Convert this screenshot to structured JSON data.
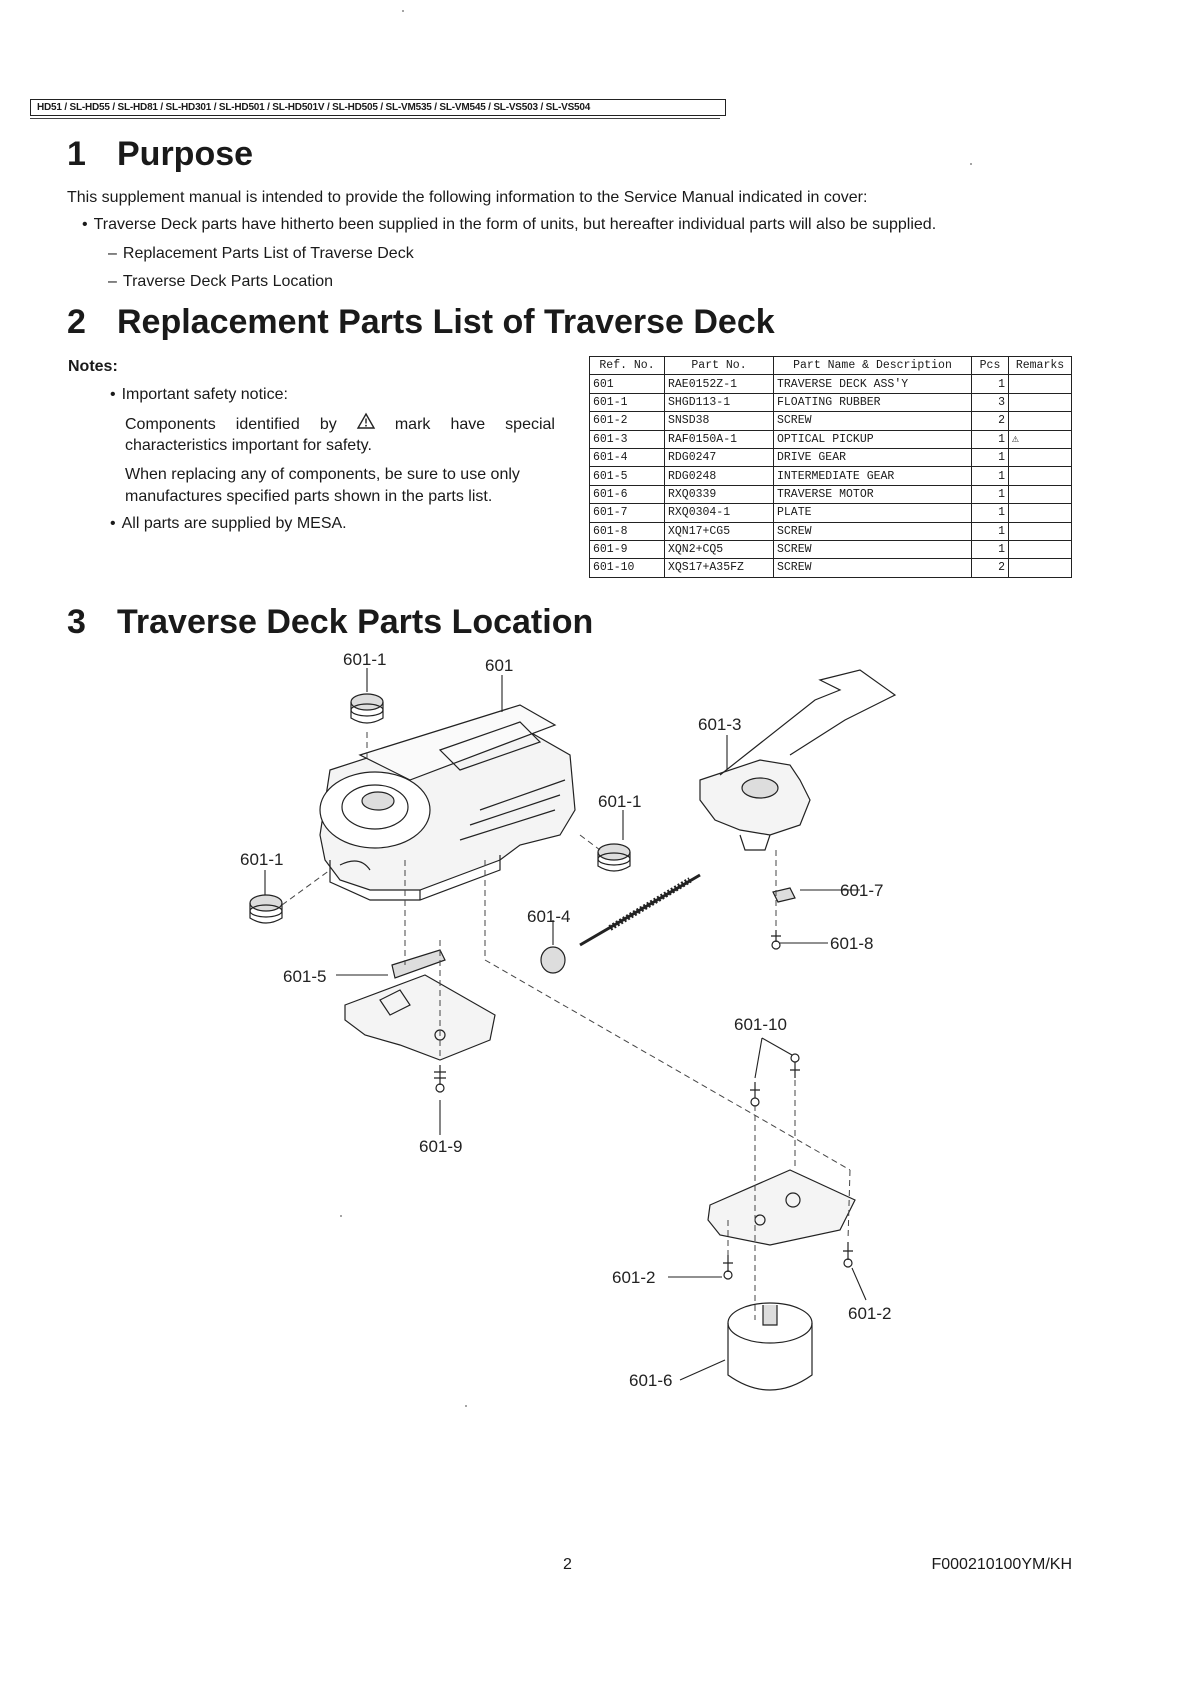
{
  "header": {
    "models": "HD51 / SL-HD55 / SL-HD81 / SL-HD301 / SL-HD501 / SL-HD501V / SL-HD505 / SL-VM535 / SL-VM545 / SL-VS503 / SL-VS504"
  },
  "section1": {
    "number": "1",
    "title": "Purpose",
    "intro": "This supplement manual is intended to provide the following information to the Service Manual indicated in cover:",
    "bullet": "Traverse Deck parts have hitherto been supplied in the form of units, but hereafter individual parts will also be supplied.",
    "items": [
      "Replacement Parts List of Traverse Deck",
      "Traverse Deck Parts Location"
    ]
  },
  "section2": {
    "number": "2",
    "title": "Replacement Parts List of Traverse Deck",
    "notes_title": "Notes:",
    "notes": {
      "safety": "Important safety notice:",
      "components_1": "Components  identified  by",
      "components_2": "mark  have  special",
      "components_3": "characteristics important for safety.",
      "replacing_1": "When replacing any of components, be sure to use only",
      "replacing_2": "manufactures specified parts shown in the parts list.",
      "supplied": "All parts are supplied by MESA."
    },
    "table": {
      "headers": [
        "Ref. No.",
        "Part No.",
        "Part Name & Description",
        "Pcs",
        "Remarks"
      ],
      "rows": [
        {
          "ref": "601",
          "part": "RAE0152Z-1",
          "name": "TRAVERSE DECK ASS'Y",
          "pcs": "1",
          "remarks": ""
        },
        {
          "ref": "601-1",
          "part": "SHGD113-1",
          "name": "FLOATING RUBBER",
          "pcs": "3",
          "remarks": ""
        },
        {
          "ref": "601-2",
          "part": "SNSD38",
          "name": "SCREW",
          "pcs": "2",
          "remarks": ""
        },
        {
          "ref": "601-3",
          "part": "RAF0150A-1",
          "name": "OPTICAL PICKUP",
          "pcs": "1",
          "remarks": "⚠"
        },
        {
          "ref": "601-4",
          "part": "RDG0247",
          "name": "DRIVE GEAR",
          "pcs": "1",
          "remarks": ""
        },
        {
          "ref": "601-5",
          "part": "RDG0248",
          "name": "INTERMEDIATE GEAR",
          "pcs": "1",
          "remarks": ""
        },
        {
          "ref": "601-6",
          "part": "RXQ0339",
          "name": "TRAVERSE MOTOR",
          "pcs": "1",
          "remarks": ""
        },
        {
          "ref": "601-7",
          "part": "RXQ0304-1",
          "name": "PLATE",
          "pcs": "1",
          "remarks": ""
        },
        {
          "ref": "601-8",
          "part": "XQN17+CG5",
          "name": "SCREW",
          "pcs": "1",
          "remarks": ""
        },
        {
          "ref": "601-9",
          "part": "XQN2+CQ5",
          "name": "SCREW",
          "pcs": "1",
          "remarks": ""
        },
        {
          "ref": "601-10",
          "part": "XQS17+A35FZ",
          "name": "SCREW",
          "pcs": "2",
          "remarks": ""
        }
      ]
    }
  },
  "section3": {
    "number": "3",
    "title": "Traverse Deck Parts Location",
    "callouts": {
      "c601_1_top": "601-1",
      "c601": "601",
      "c601_3": "601-3",
      "c601_1_mid": "601-1",
      "c601_1_left": "601-1",
      "c601_7": "601-7",
      "c601_4": "601-4",
      "c601_8": "601-8",
      "c601_5": "601-5",
      "c601_10": "601-10",
      "c601_9": "601-9",
      "c601_2_left": "601-2",
      "c601_2_right": "601-2",
      "c601_6": "601-6"
    }
  },
  "footer": {
    "page_number": "2",
    "doc_code": "F000210100YM/KH"
  }
}
